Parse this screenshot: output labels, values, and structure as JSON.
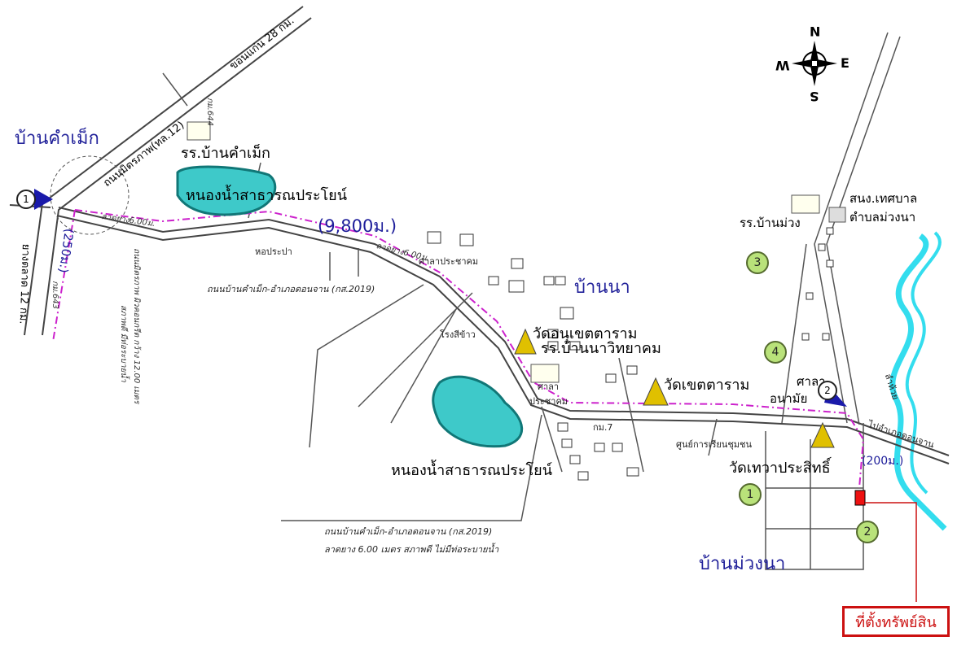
{
  "map": {
    "places": {
      "ban_kham_mek": "บ้านคำเม็ก",
      "ban_na": "บ้านนา",
      "ban_muang_na": "บ้านม่วงนา",
      "school_kham_mek": "รร.บ้านคำเม็ก",
      "pond_1": "หนองน้ำสาธารณประโยน์",
      "pond_2": "หนองน้ำสาธารณประโยน์",
      "wat_anu": "วัดอนุเขตตาราม",
      "school_na": "รร.บ้านนาวิทยาคม",
      "wat_khet": "วัดเขตตาราม",
      "wat_thewa": "วัดเทวาประสิทธิ์",
      "school_muang": "รร.บ้านม่วง",
      "municipal_1": "สนง.เทศบาล",
      "municipal_2": "ตำบลม่วงนา",
      "sala_1": "ศาลาประชาคม",
      "sala_2a": "ศาลา",
      "sala_2b": "ประชาคม",
      "health_1": "ศาลา",
      "health_2": "อนามัย",
      "mill": "โรงสีข้าว",
      "water_tower": "หอประปา",
      "learning_center": "ศูนย์การเรียนชุมชน",
      "km7": "กม.7",
      "km644": "กม.644",
      "km643": "กม.643",
      "stream": "ลำห้วย"
    },
    "roads": {
      "highway_top": "ถนนมิตรภาพ(ทล.12)",
      "highway_dist_top": "ขอนแก่น 28 กม.",
      "highway_dist_left": "ยางตลาด 12 กม.",
      "road_2019_label": "ถนนบ้านคำเม็ก-อำเภอดอนจาน (กส.2019)",
      "road_2019_label_bottom": "ถนนบ้านคำเม็ก-อำเภอดอนจาน (กส.2019)",
      "road_spec_bottom": "ลาดยาง 6.00 เมตร สภาพดี ไม่มีท่อระบายน้ำ",
      "highway_spec_1": "ถนนมิตรภาพ ผิวคอนกรีต กว้าง 12.00 เมตร",
      "highway_spec_2": "สภาพดี มีท่อระบายน้ำ",
      "surface_1": "ลาดยาง6.00ม.",
      "surface_2": "ลาดยาง6.00ม.",
      "to_don_chan": "ไปอำเภอดอนจาน"
    },
    "distances": {
      "main": "(9,800ม.)",
      "first": "(250ม.)",
      "last": "(200ม.)"
    },
    "markers": {
      "start": "1",
      "turn": "2"
    },
    "numbered": [
      "1",
      "2",
      "3",
      "4"
    ],
    "compass": {
      "n": "N",
      "s": "S",
      "e": "E",
      "w": "W"
    },
    "asset_label": "ที่ตั้งทรัพย์สิน",
    "colors": {
      "water": "#33ddee",
      "route": "#cc22cc",
      "marker_blue": "#1a1aaa",
      "asset_red": "#ee1111",
      "highlight_green": "#b9e27a"
    }
  }
}
